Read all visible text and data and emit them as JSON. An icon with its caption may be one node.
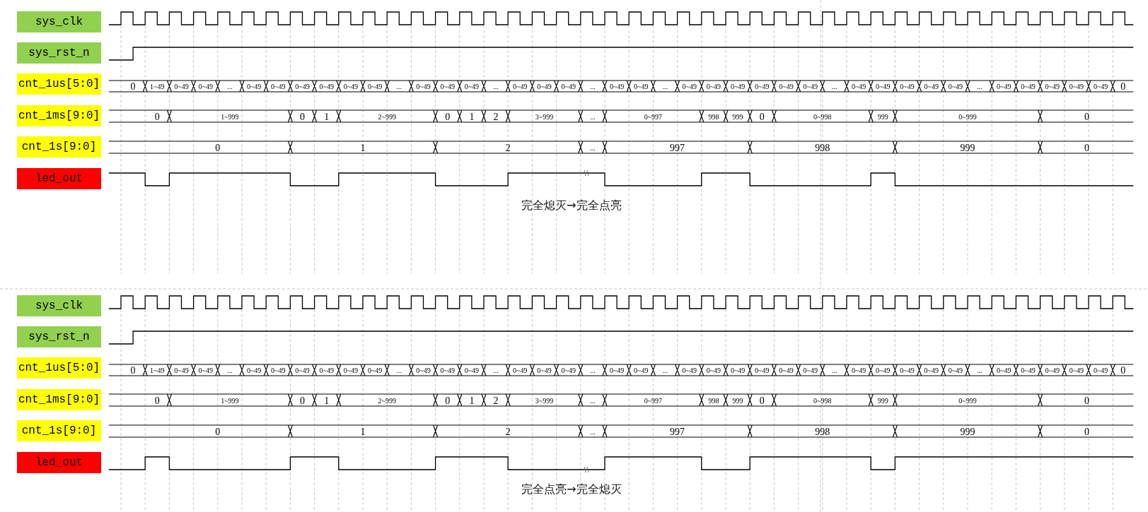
{
  "diagram": {
    "nodes": [
      {
        "text": [
          "sys_clk"
        ]
      },
      {
        "text": [
          "sys_rst_n"
        ]
      },
      {
        "text": [
          "cnt_1us[5:0]"
        ]
      },
      {
        "text": [
          "cnt_1ms[9:0]"
        ]
      },
      {
        "text": [
          "cnt_1s[9:0]"
        ]
      },
      {
        "text": [
          "led_out"
        ]
      },
      {
        "text": [
          "sys_clk"
        ]
      },
      {
        "text": [
          "sys_rst_n"
        ]
      },
      {
        "text": [
          "cnt_1us[5:0]"
        ]
      },
      {
        "text": [
          "cnt_1ms[9:0]"
        ]
      },
      {
        "text": [
          "cnt_1s[9:0]"
        ]
      },
      {
        "text": [
          "led_out"
        ]
      }
    ],
    "labels": [
      "0",
      "1~49",
      "0~49",
      "0~49",
      "...",
      "0~49",
      "0~49",
      "0~49",
      "0~49",
      "0~49",
      "0~49",
      "...",
      "0~49",
      "0~49",
      "0~49",
      "...",
      "0~49",
      "0~49",
      "0~49",
      "...",
      "0~49",
      "0~49",
      "...",
      "0~49",
      "0~49",
      "0~49",
      "0~49",
      "0~49",
      "0~49",
      "...",
      "0~49",
      "0~49",
      "0~49",
      "0~49",
      "0~49",
      "...",
      "0~49",
      "0~49",
      "0~49",
      "0~49",
      "0~49",
      "0",
      "0",
      "1~999",
      "0",
      "1",
      "2~999",
      "0",
      "1",
      "2",
      "3~999",
      "...",
      "0~997",
      "998",
      "999",
      "0",
      "0~998",
      "999",
      "0~999",
      "0",
      "0",
      "1",
      "2",
      "...",
      "997",
      "998",
      "999",
      "0",
      "完全熄灭→完全点亮",
      "0",
      "1~49",
      "0~49",
      "0~49",
      "...",
      "0~49",
      "0~49",
      "0~49",
      "0~49",
      "0~49",
      "0~49",
      "...",
      "0~49",
      "0~49",
      "0~49",
      "...",
      "0~49",
      "0~49",
      "0~49",
      "...",
      "0~49",
      "0~49",
      "...",
      "0~49",
      "0~49",
      "0~49",
      "0~49",
      "0~49",
      "0~49",
      "...",
      "0~49",
      "0~49",
      "0~49",
      "0~49",
      "0~49",
      "...",
      "0~49",
      "0~49",
      "0~49",
      "0~49",
      "0~49",
      "0",
      "0",
      "1~999",
      "0",
      "1",
      "2~999",
      "0",
      "1",
      "2",
      "3~999",
      "...",
      "0~997",
      "998",
      "999",
      "0",
      "0~998",
      "999",
      "0~999",
      "0",
      "0",
      "1",
      "2",
      "...",
      "997",
      "998",
      "999",
      "0",
      "完全点亮→完全熄灭"
    ]
  }
}
